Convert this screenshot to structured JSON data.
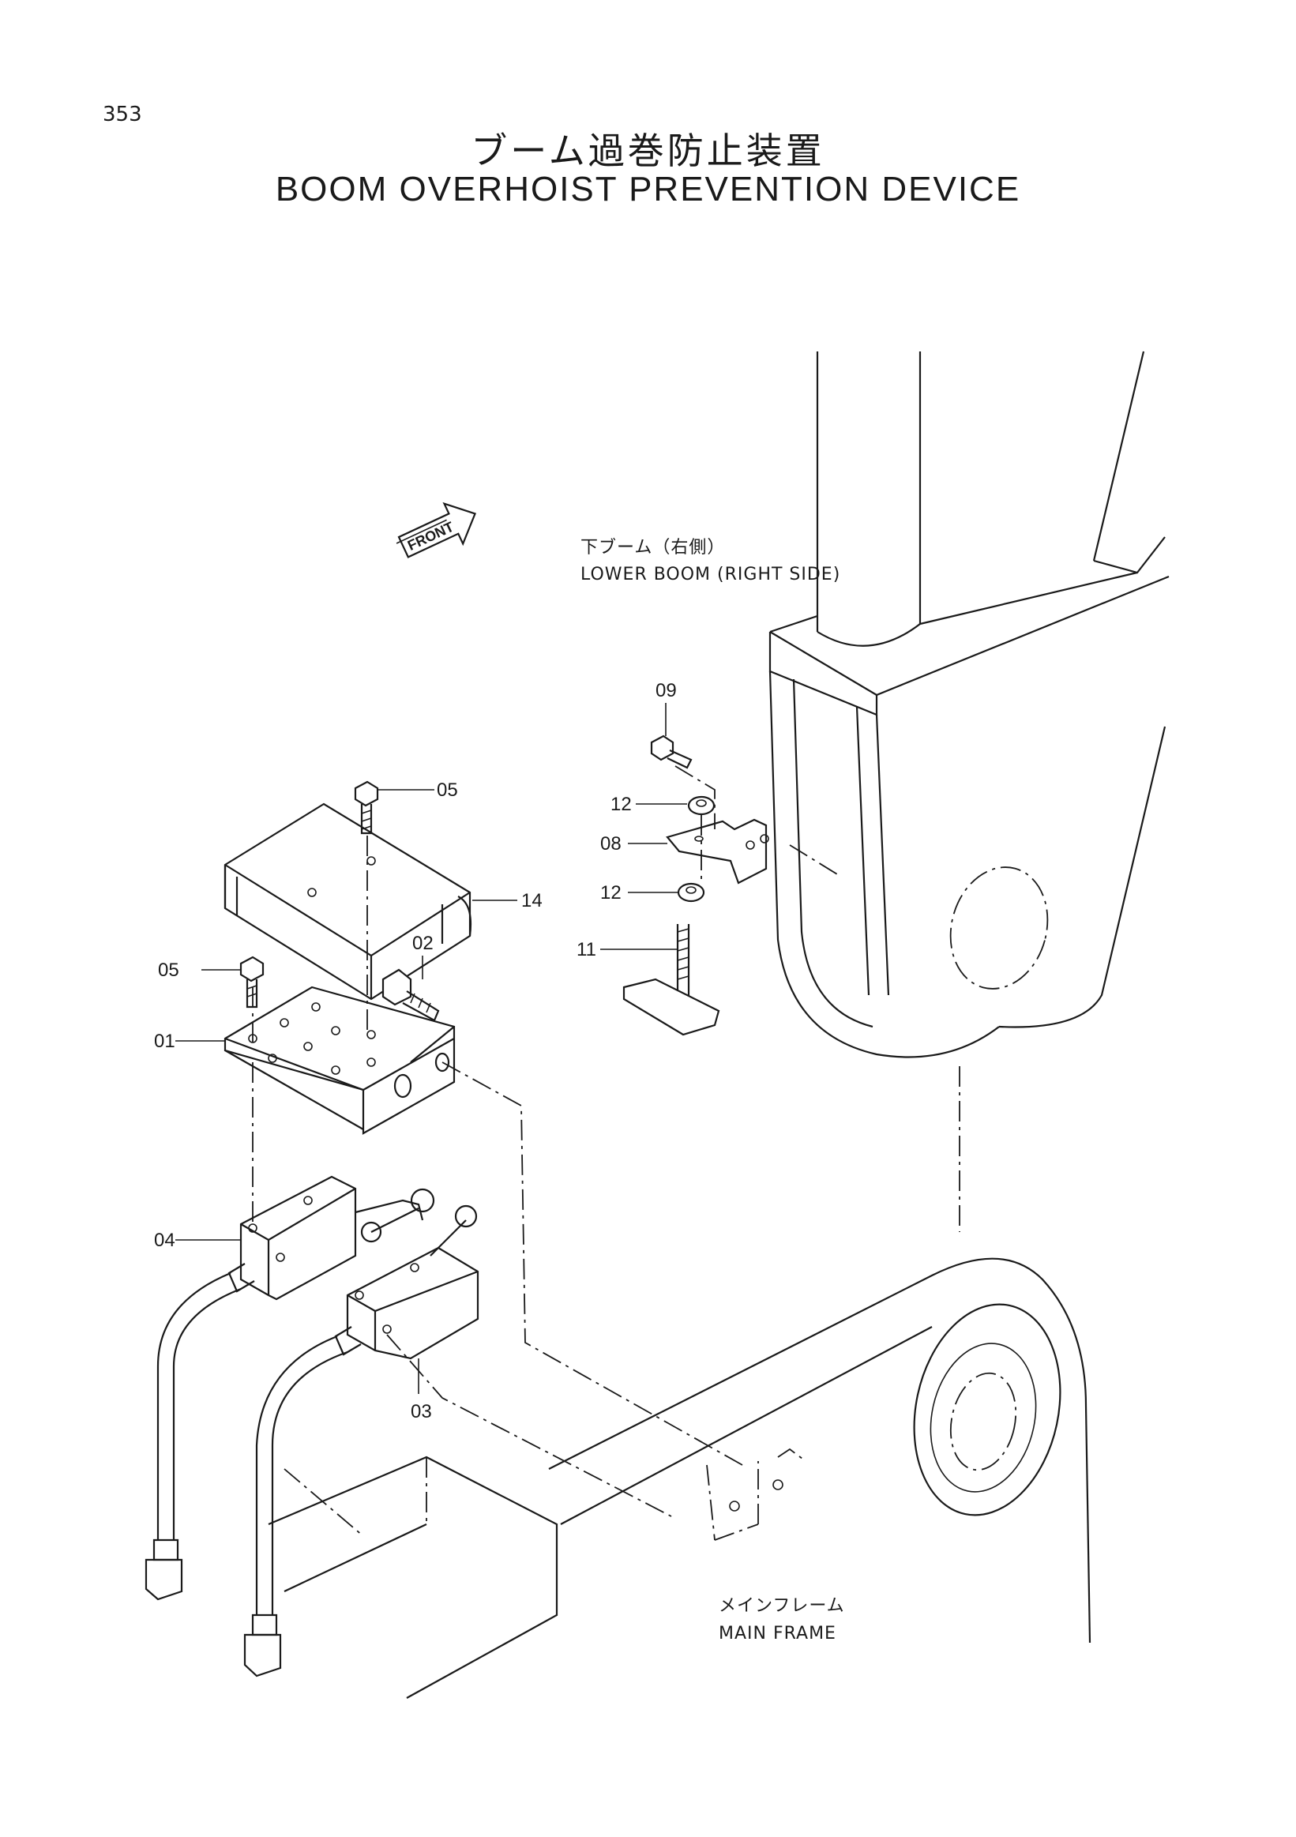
{
  "page": {
    "number": "353"
  },
  "title": {
    "japanese": "ブーム過巻防止装置",
    "english": "BOOM OVERHOIST PREVENTION DEVICE"
  },
  "annotations": {
    "front_marker": "FRONT",
    "lower_boom_jp": "下ブーム（右側）",
    "lower_boom_en": "LOWER BOOM (RIGHT SIDE)",
    "main_frame_jp": "メインフレーム",
    "main_frame_en": "MAIN FRAME"
  },
  "part_labels": {
    "p01": "01",
    "p02": "02",
    "p03": "03",
    "p04": "04",
    "p05a": "05",
    "p05b": "05",
    "p08": "08",
    "p09": "09",
    "p11": "11",
    "p12a": "12",
    "p12b": "12",
    "p14": "14"
  }
}
